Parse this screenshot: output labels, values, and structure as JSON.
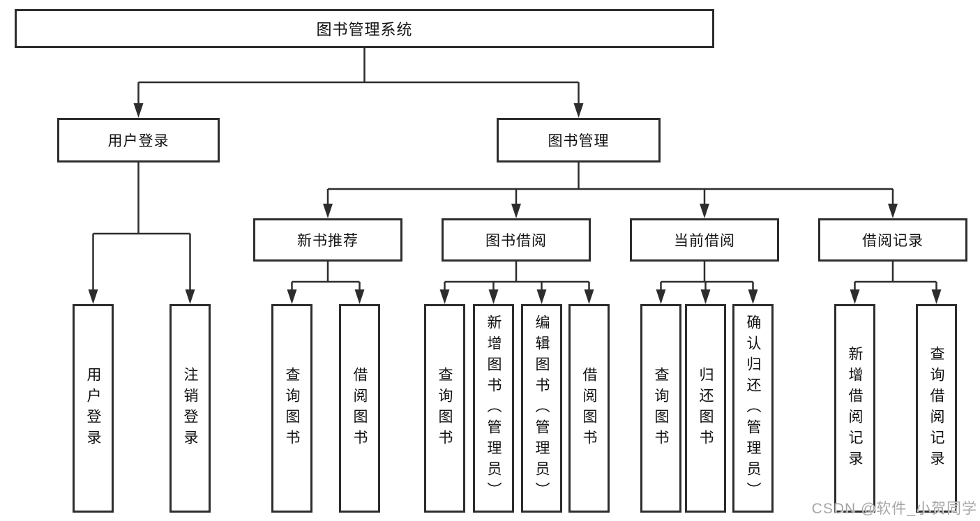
{
  "diagram": {
    "root": {
      "label": "图书管理系统"
    },
    "level2": [
      {
        "label": "用户登录"
      },
      {
        "label": "图书管理"
      }
    ],
    "level3": [
      {
        "label": "新书推荐"
      },
      {
        "label": "图书借阅"
      },
      {
        "label": "当前借阅"
      },
      {
        "label": "借阅记录"
      }
    ],
    "leaves": {
      "user_login": [
        {
          "label": "用户登录"
        },
        {
          "label": "注销登录"
        }
      ],
      "new_book_recommendation": [
        {
          "label": "查询图书"
        },
        {
          "label": "借阅图书"
        }
      ],
      "book_borrowing": [
        {
          "label": "查询图书"
        },
        {
          "label": "新增图书（管理员）"
        },
        {
          "label": "编辑图书（管理员）"
        },
        {
          "label": "借阅图书"
        }
      ],
      "current_borrowing": [
        {
          "label": "查询图书"
        },
        {
          "label": "归还图书"
        },
        {
          "label": "确认归还（管理员）"
        }
      ],
      "borrowing_records": [
        {
          "label": "新增借阅记录"
        },
        {
          "label": "查询借阅记录"
        }
      ]
    },
    "watermark": "CSDN @软件_小贺同学",
    "colors": {
      "line": "#2d2d2d",
      "box_border": "#2d2d2d",
      "text": "#111111",
      "watermark": "#a6a6a6",
      "background": "#ffffff"
    }
  }
}
